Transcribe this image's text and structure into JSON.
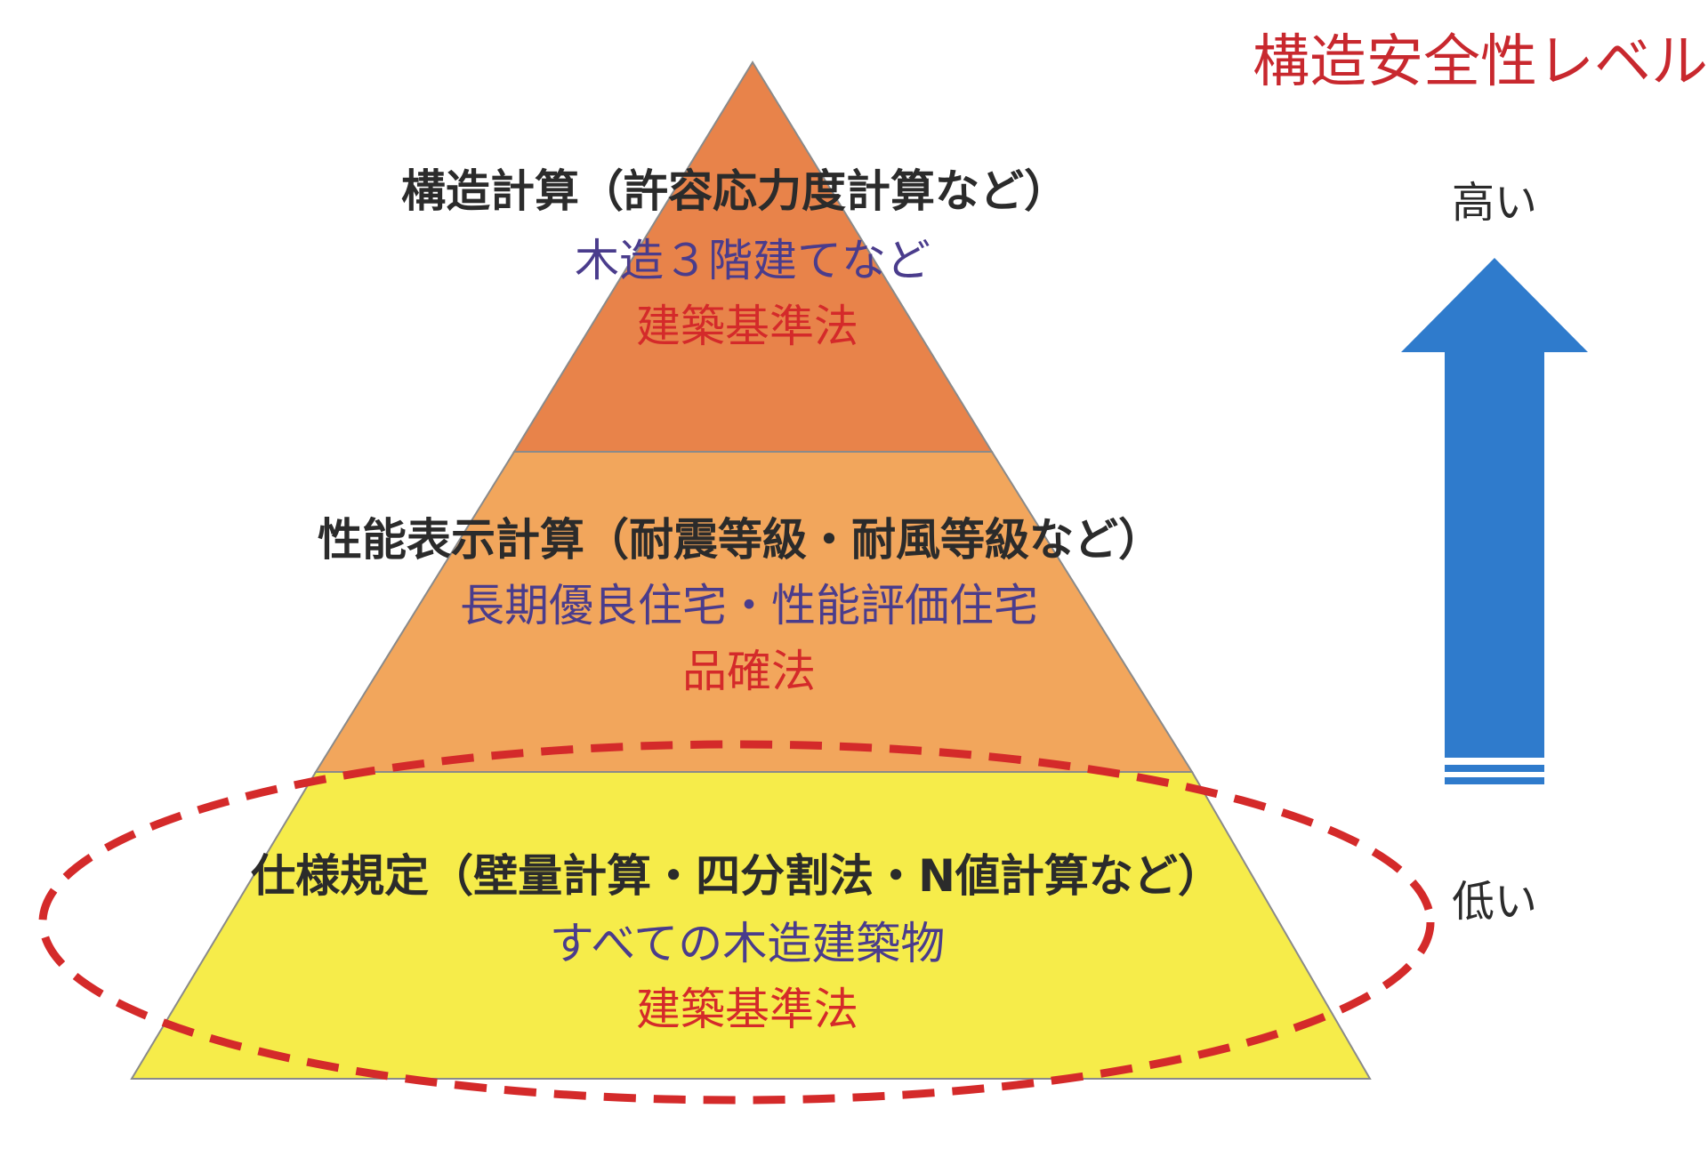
{
  "title": "構造安全性レベル",
  "level_high": "高い",
  "level_low": "低い",
  "tiers": [
    {
      "heading": "構造計算（許容応力度計算など）",
      "example": "木造３階建てなど",
      "law": "建築基準法",
      "color": "#e8834a"
    },
    {
      "heading": "性能表示計算（耐震等級・耐風等級など）",
      "example": "長期優良住宅・性能評価住宅",
      "law": "品確法",
      "color": "#f2a65c"
    },
    {
      "heading": "仕様規定（壁量計算・四分割法・N値計算など）",
      "example": "すべての木造建築物",
      "law": "建築基準法",
      "color": "#f6ec4a"
    }
  ],
  "colors": {
    "arrow": "#2f7bcc",
    "highlight_ring": "#d42a2a",
    "heading_text": "#2b2b2b",
    "example_text": "#4a3c8c",
    "law_text": "#d42a2a",
    "title_text": "#c8282e"
  }
}
